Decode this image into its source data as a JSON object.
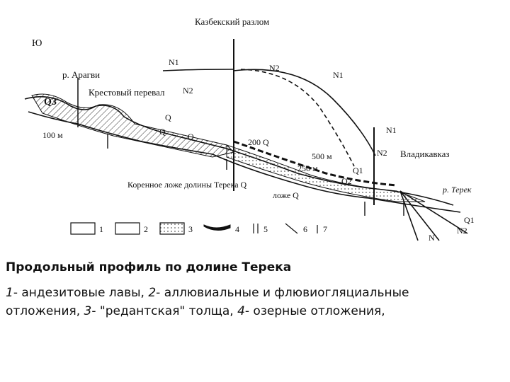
{
  "figure": {
    "labels": {
      "south": "Ю",
      "fault": "Казбекский разлом",
      "aragvi": "р. Арагви",
      "krestovy": "Крестовый перевал",
      "q3": "Q3",
      "m100": "100 м",
      "n1_top": "N1",
      "n2_upper": "N2",
      "n1_right": "N1",
      "n2_mid": "N2",
      "q_1": "Q",
      "q_2": "Q",
      "q_3": "Q",
      "m200": "200 Q",
      "m500": "500 м",
      "m250": "250 м",
      "q1_right": "Q1",
      "q2_right": "Q2",
      "bed_left": "Коренное ложе долины Терека Q",
      "bed_right": "ложе Q",
      "n1_far": "N1",
      "n2_far": "N2",
      "vladikavkaz": "Владикавказ",
      "terek": "р. Терек",
      "q1_far": "Q1",
      "n2_bottom": "N2",
      "n_bottom": "N"
    },
    "legend": [
      "1",
      "2",
      "3",
      "4",
      "5",
      "6",
      "7"
    ]
  },
  "caption": {
    "title": "Продольный профиль по долине Терека",
    "line1_num1": "1",
    "line1_text1": "- андезитовые лавы, ",
    "line1_num2": "2",
    "line1_text2": "- аллювиальные и флювиогляциальные",
    "line2_text0": "отложения, ",
    "line2_num3": "3",
    "line2_text3": "- \"редантская\" толща, ",
    "line2_num4": "4",
    "line2_text4": "- озерные отложения,"
  }
}
